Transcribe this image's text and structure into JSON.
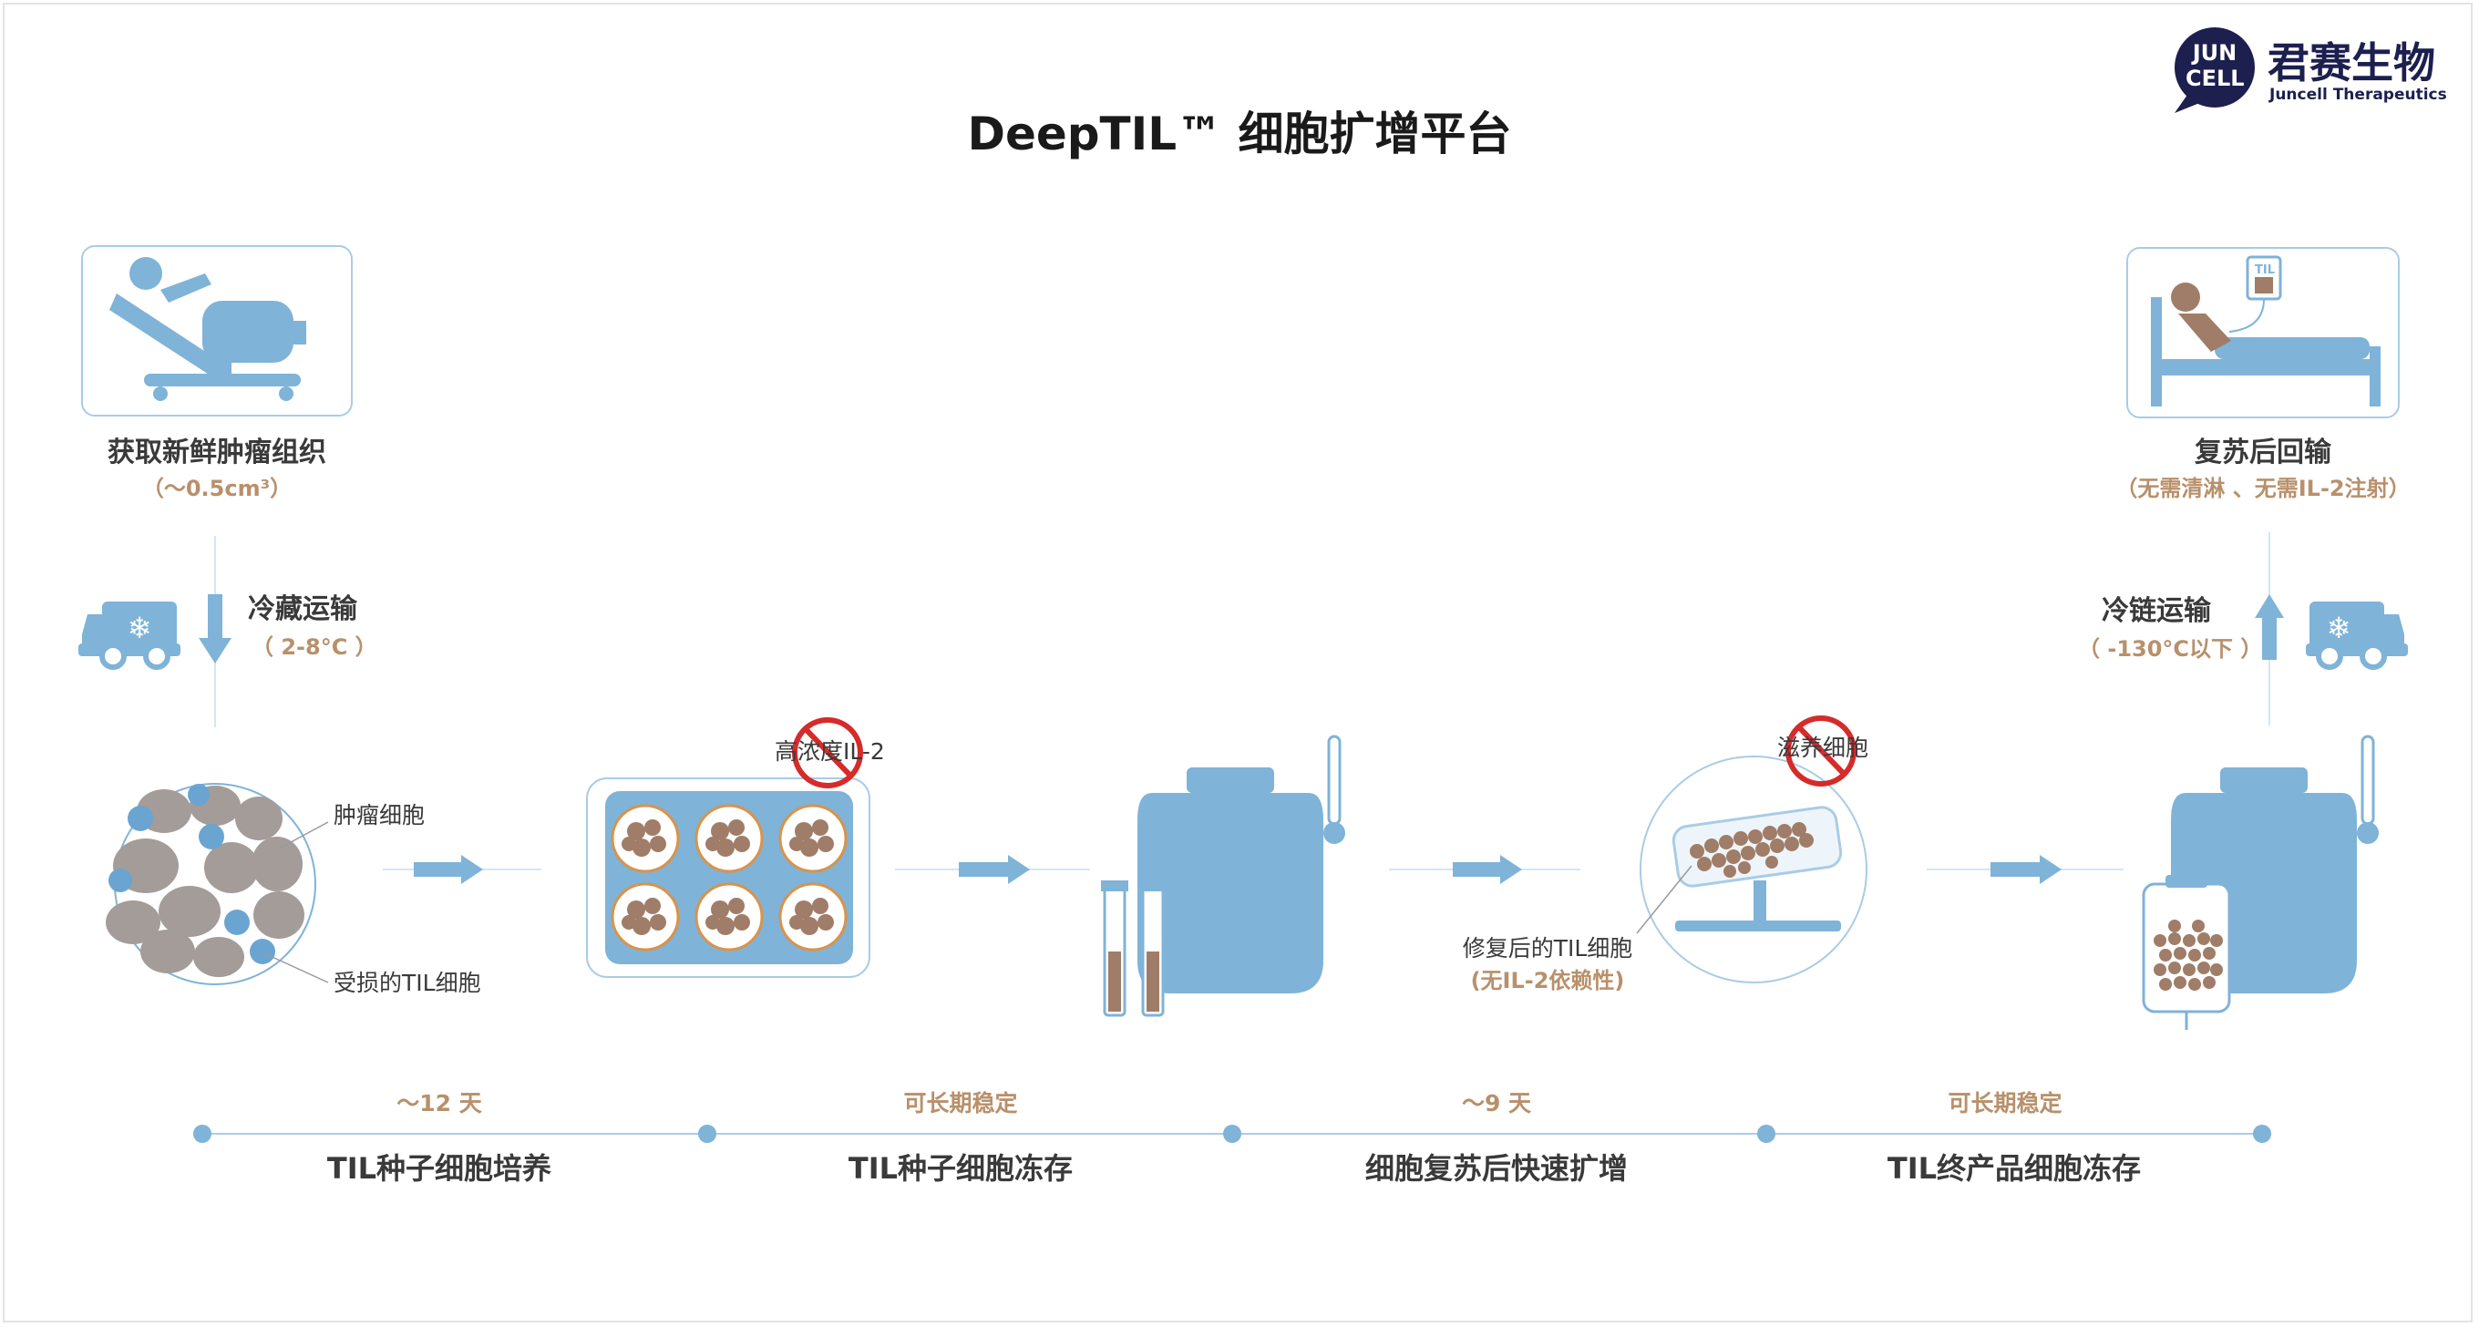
{
  "title": "DeepTIL™ 细胞扩增平台",
  "brand": {
    "logo_line1": "JUN",
    "logo_line2": "CELL",
    "name_cn": "君赛生物",
    "name_en": "Juncell Therapeutics",
    "colors": {
      "navy": "#1d1f4f",
      "blue": "#7fb3d8",
      "brown": "#a07d68",
      "orange": "#d9934a",
      "red": "#d62b2b"
    }
  },
  "steps": {
    "acquire": {
      "label": "获取新鲜肿瘤组织",
      "sub": "（～0.5cm³）"
    },
    "cold_transport": {
      "label": "冷藏运输",
      "sub": "（ 2-8°C ）"
    },
    "tumor": {
      "tumor_cells": "肿瘤细胞",
      "damaged_til": "受损的TIL细胞"
    },
    "plate": {
      "no_label": "高浓度IL-2"
    },
    "expansion": {
      "no_label": "滋养细胞",
      "repaired": "修复后的TIL细胞",
      "repaired_sub": "(无IL-2依赖性)"
    },
    "chain_transport": {
      "label": "冷链运输",
      "sub": "（ -130°C以下 ）"
    },
    "infusion": {
      "label": "复苏后回输",
      "sub": "（无需清淋 、无需IL-2注射）",
      "bag_label": "TIL"
    }
  },
  "timeline": {
    "top": [
      "～12 天",
      "可长期稳定",
      "～9 天",
      "可长期稳定"
    ],
    "bottom": [
      "TIL种子细胞培养",
      "TIL种子细胞冻存",
      "细胞复苏后快速扩增",
      "TIL终产品细胞冻存"
    ]
  }
}
